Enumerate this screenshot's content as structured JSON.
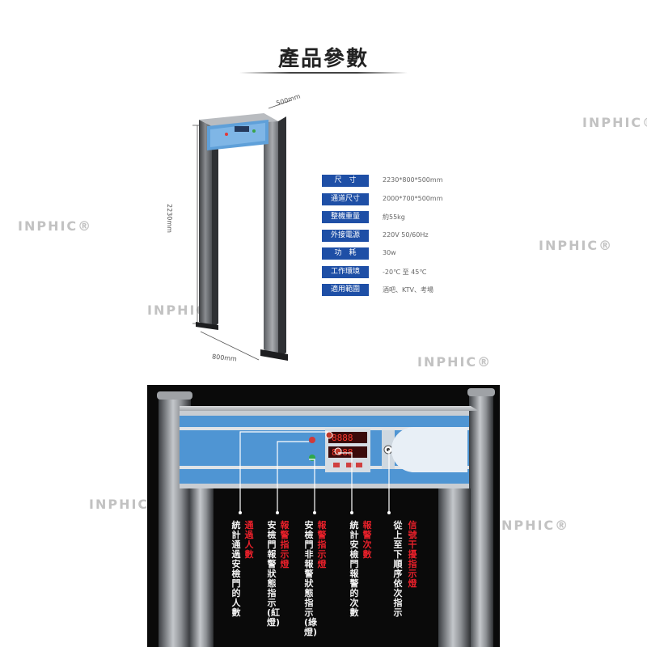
{
  "page": {
    "title": "產品參數",
    "watermark": "INPHIC®"
  },
  "dimensions": {
    "depth": "500mm",
    "height": "2230mm",
    "width": "800mm"
  },
  "specs": [
    {
      "label": "尺　寸",
      "value": "2230*800*500mm"
    },
    {
      "label": "通道尺寸",
      "value": "2000*700*500mm"
    },
    {
      "label": "整機重量",
      "value": "約55kg"
    },
    {
      "label": "外接電源",
      "value": "220V   50/60Hz"
    },
    {
      "label": "功　耗",
      "value": "30w"
    },
    {
      "label": "工作環境",
      "value": "-20℃ 至 45℃"
    },
    {
      "label": "適用範圍",
      "value": "酒吧、KTV、考場"
    }
  ],
  "callouts": [
    {
      "title": "通過人數",
      "desc": "統計通過安檢門的人數"
    },
    {
      "title": "報警指示燈",
      "desc": "安檢門報警狀態指示(紅燈)"
    },
    {
      "title": "報警指示燈",
      "desc": "安檢門非報警狀態指示(綠燈)"
    },
    {
      "title": "報警次數",
      "desc": "統計安檢門報警的次數"
    },
    {
      "title": "信號干擾指示燈",
      "desc": "從上至下順序依次指示"
    }
  ],
  "colors": {
    "label_bg": "#1e4fa6",
    "callout_title": "#e8202a",
    "panel_blue": "#4f95d3"
  }
}
